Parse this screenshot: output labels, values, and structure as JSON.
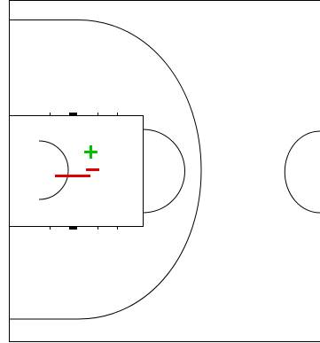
{
  "court": {
    "background_color": "#ffffff",
    "line_color": "#000000",
    "border_color": "#000000"
  },
  "markers": [
    {
      "name": "plus-marker",
      "symbol": "plus",
      "color": "#00c000"
    },
    {
      "name": "minus-marker-small",
      "symbol": "minus",
      "color": "#dd0000"
    },
    {
      "name": "minus-marker-long",
      "symbol": "minus",
      "color": "#dd0000"
    }
  ]
}
